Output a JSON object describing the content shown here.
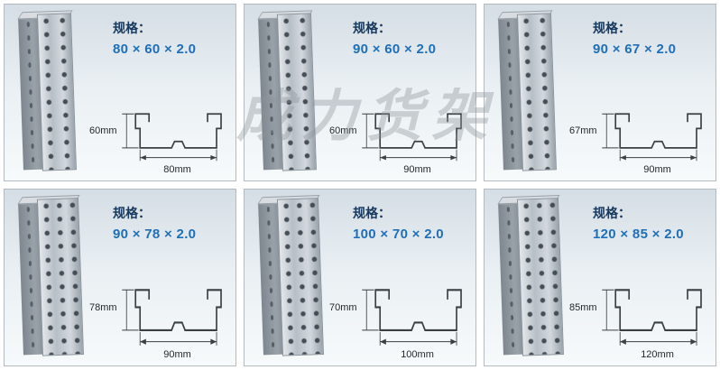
{
  "watermark": {
    "text": "成力货架"
  },
  "cards": [
    {
      "spec_label": "规格：",
      "spec_value": "80 × 60 × 2.0",
      "height_label": "60mm",
      "width_label": "80mm"
    },
    {
      "spec_label": "规格：",
      "spec_value": "90 × 60 × 2.0",
      "height_label": "60mm",
      "width_label": "90mm"
    },
    {
      "spec_label": "规格：",
      "spec_value": "90 × 67 × 2.0",
      "height_label": "67mm",
      "width_label": "90mm"
    },
    {
      "spec_label": "规格：",
      "spec_value": "90 × 78 × 2.0",
      "height_label": "78mm",
      "width_label": "90mm"
    },
    {
      "spec_label": "规格：",
      "spec_value": "100 × 70 × 2.0",
      "height_label": "70mm",
      "width_label": "100mm"
    },
    {
      "spec_label": "规格：",
      "spec_value": "120 × 85 × 2.0",
      "height_label": "85mm",
      "width_label": "120mm"
    }
  ]
}
